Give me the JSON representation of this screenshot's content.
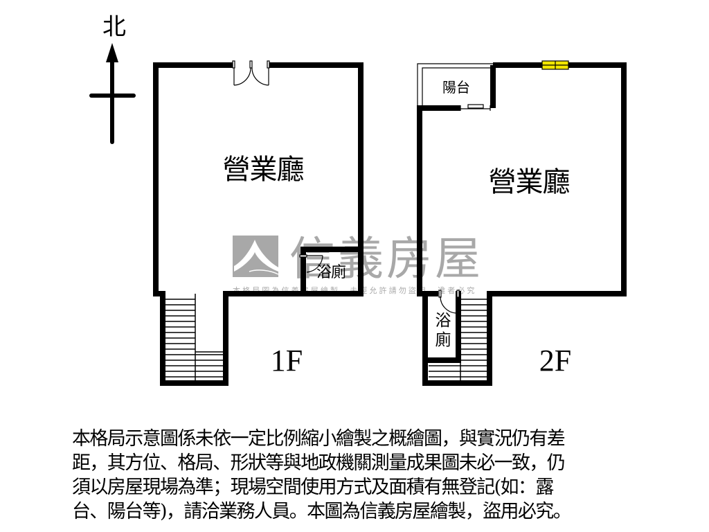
{
  "compass": {
    "label": "北",
    "direction": "north"
  },
  "floors": [
    {
      "id": "1F",
      "label": "1F",
      "rooms": [
        {
          "name": "營業廳",
          "type": "hall"
        },
        {
          "name": "浴廁",
          "type": "bathroom"
        }
      ],
      "features": [
        "double-door",
        "staircase"
      ]
    },
    {
      "id": "2F",
      "label": "2F",
      "rooms": [
        {
          "name": "陽台",
          "type": "balcony"
        },
        {
          "name": "營業廳",
          "type": "hall"
        },
        {
          "name": "浴",
          "type": "bathroom-line1"
        },
        {
          "name": "廁",
          "type": "bathroom-line2"
        }
      ],
      "features": [
        "window",
        "sliding-door",
        "staircase"
      ]
    }
  ],
  "watermark": {
    "brand": "信義房屋",
    "notice": "本格局圖為信義房屋繪製，未經允許請勿盜用，違者必究"
  },
  "disclaimer": {
    "lines": [
      "本格局示意圖係未依一定比例縮小繪製之概繪圖，與實況仍有差",
      "距，其方位、格局、形狀等與地政機關測量成果圖未必一致，仍",
      "須以房屋現場為準；現場空間使用方式及面積有無登記(如：露",
      "台、陽台等)，請洽業務人員。本圖為信義房屋繪製，盜用必究。"
    ]
  },
  "colors": {
    "wall": "#000000",
    "window": "#f2e600",
    "watermark": "#9a9a9a"
  }
}
